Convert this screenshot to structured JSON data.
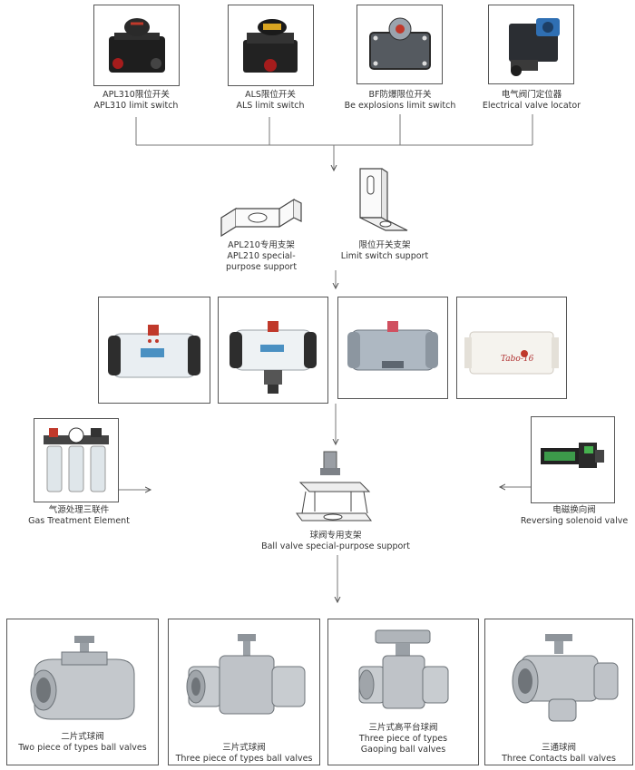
{
  "limit_switches": [
    {
      "zh": "APL310限位开关",
      "en": "APL310 limit switch",
      "icon": "apl310-switch-icon"
    },
    {
      "zh": "ALS限位开关",
      "en": "ALS limit switch",
      "icon": "als-switch-icon"
    },
    {
      "zh": "BF防爆限位开关",
      "en": "Be explosions limit switch",
      "icon": "bf-switch-icon"
    },
    {
      "zh": "电气阀门定位器",
      "en": "Electrical valve locator",
      "icon": "valve-locator-icon"
    }
  ],
  "supports": [
    {
      "zh": "APL210专用支架",
      "en1": "APL210 special-",
      "en2": "purpose support"
    },
    {
      "zh": "限位开关支架",
      "en": "Limit switch support"
    }
  ],
  "actuator_label": "Tabo-16",
  "gas_treatment": {
    "zh": "气源处理三联件",
    "en": "Gas Treatment Element"
  },
  "solenoid": {
    "zh": "电磁换向阀",
    "en": "Reversing solenoid valve"
  },
  "ball_support": {
    "zh": "球阀专用支架",
    "en": "Ball valve special-purpose support"
  },
  "ball_valves": [
    {
      "zh": "二片式球阀",
      "en": "Two piece of types ball valves"
    },
    {
      "zh": "三片式球阀",
      "en": "Three piece of types ball valves"
    },
    {
      "zh": "三片式高平台球阀",
      "en1": "Three piece of types",
      "en2": "Gaoping ball valves"
    },
    {
      "zh": "三通球阀",
      "en": "Three Contacts ball valves"
    }
  ],
  "colors": {
    "line": "#666666",
    "frame": "#555555",
    "metal": "#b8bcc2",
    "dark": "#2b2b2b"
  }
}
